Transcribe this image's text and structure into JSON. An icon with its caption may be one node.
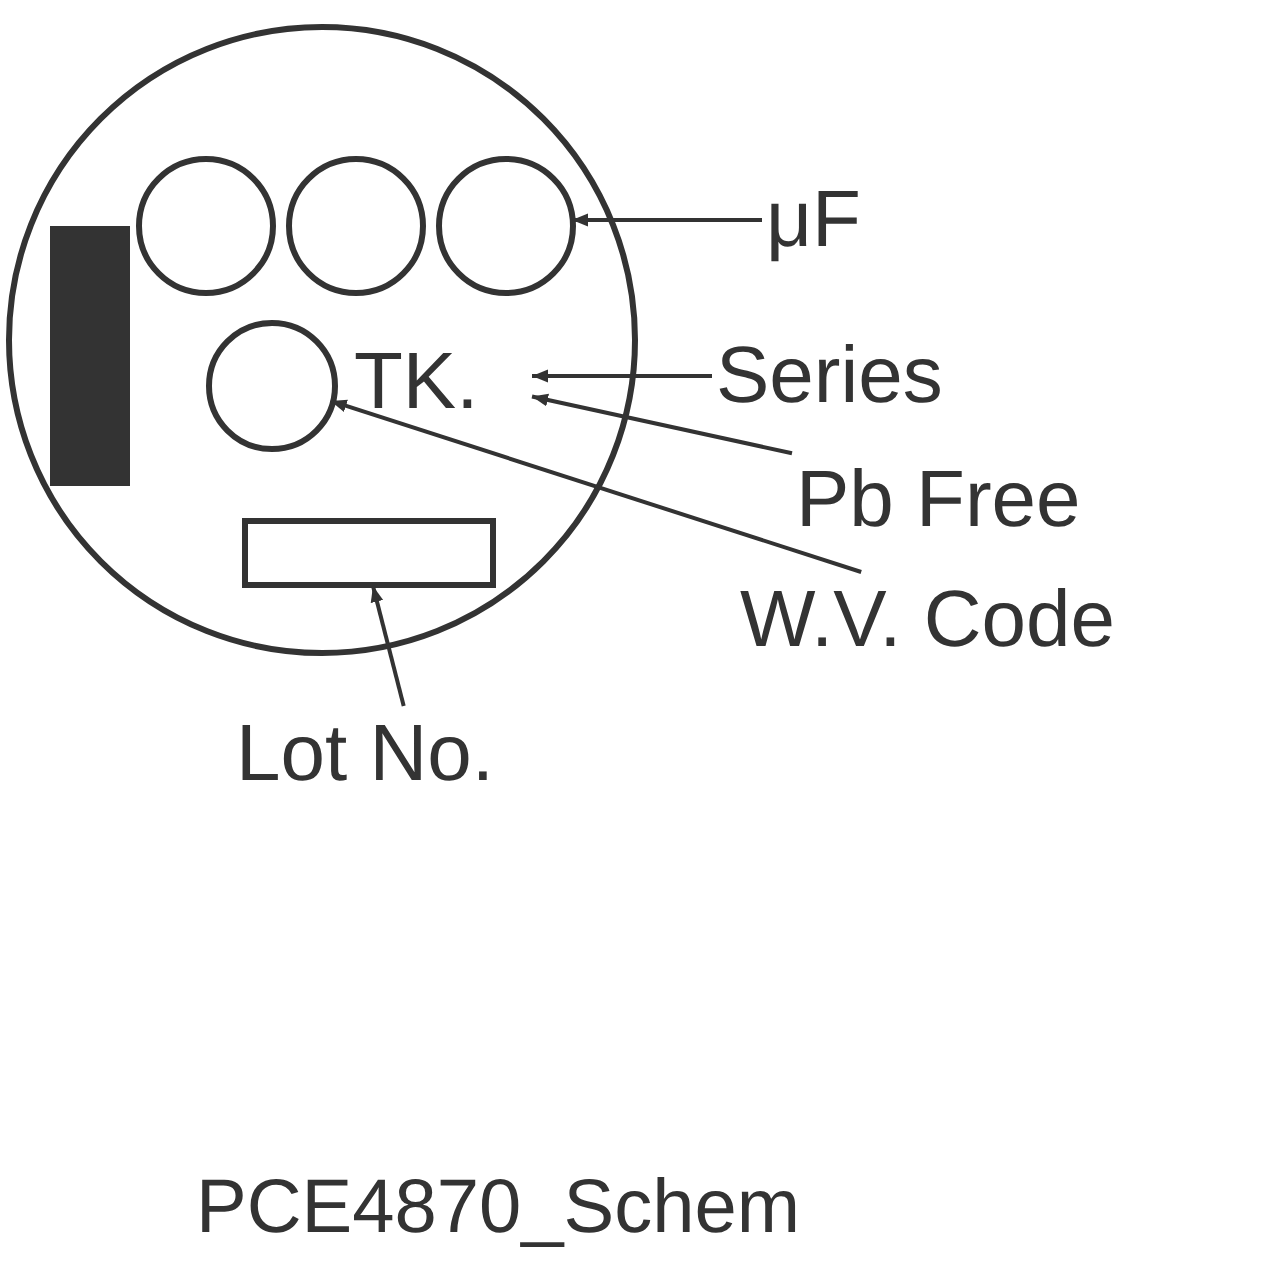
{
  "diagram": {
    "caption": "PCE4870_Schem",
    "nodes": [
      {
        "text": [],
        "shape": "circle"
      },
      {
        "text": [],
        "shape": "bar",
        "in": 0
      },
      {
        "text": [],
        "shape": "circle",
        "in": 0
      },
      {
        "text": [],
        "shape": "circle",
        "in": 0
      },
      {
        "text": [],
        "shape": "circle",
        "in": 0
      },
      {
        "text": [],
        "shape": "circle",
        "in": 0
      },
      {
        "text": [
          "TK."
        ],
        "in": 0
      },
      {
        "text": [],
        "shape": "box",
        "in": 0
      },
      {
        "text": [
          "μF"
        ]
      },
      {
        "text": [
          "Series"
        ]
      },
      {
        "text": [
          "Pb Free"
        ]
      },
      {
        "text": [
          "W.V. Code"
        ]
      },
      {
        "text": [
          "Lot No."
        ]
      }
    ],
    "edges": [
      {
        "from": 8,
        "to": 4,
        "arrow": "to"
      },
      {
        "from": 9,
        "to": 6,
        "arrow": "to"
      },
      {
        "from": 10,
        "to": 6,
        "arrow": "to"
      },
      {
        "from": 11,
        "to": 5,
        "arrow": "to"
      },
      {
        "from": 12,
        "to": 7,
        "arrow": "to"
      }
    ]
  }
}
